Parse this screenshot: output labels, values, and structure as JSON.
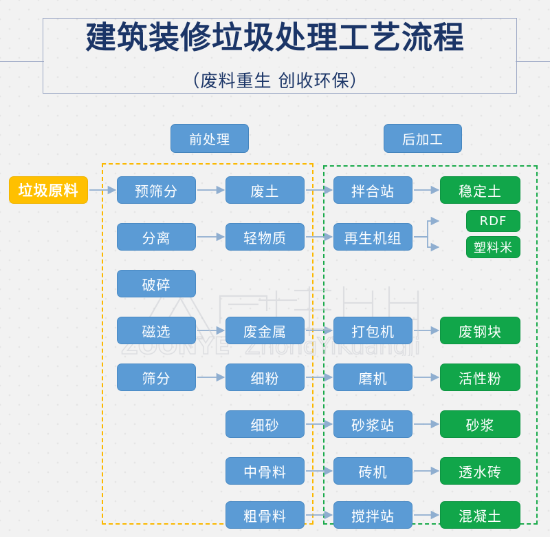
{
  "header": {
    "title": "建筑装修垃圾处理工艺流程",
    "subtitle": "（废料重生  创收环保）"
  },
  "watermark": {
    "cn_text": "中圣矿机",
    "en_text": "ZOONYE",
    "pinyin_text": "ZhongYiKuangJi"
  },
  "stages": [
    {
      "name": "pre-processing",
      "label": "前处理",
      "zone_color": "#fbb800"
    },
    {
      "name": "post-processing",
      "label": "后加工",
      "zone_color": "#1aaa4b"
    }
  ],
  "colors": {
    "blue_node": "#5b9bd5",
    "green_node": "#11a64a",
    "yellow_node": "#ffc000",
    "title_navy": "#1b3567",
    "wire": "#8faed0",
    "background": "#f2f2f2"
  },
  "source": {
    "label": "垃圾原料",
    "type": "yellow"
  },
  "columns": {
    "equipment_1": [
      {
        "label": "预筛分",
        "type": "blue"
      },
      {
        "label": "分离",
        "type": "blue"
      },
      {
        "label": "破碎",
        "type": "blue"
      },
      {
        "label": "磁选",
        "type": "blue"
      },
      {
        "label": "筛分",
        "type": "blue"
      }
    ],
    "material_1": [
      {
        "label": "废土",
        "type": "blue"
      },
      {
        "label": "轻物质",
        "type": "blue"
      },
      {
        "label": "废金属",
        "type": "blue"
      },
      {
        "label": "细粉",
        "type": "blue"
      },
      {
        "label": "细砂",
        "type": "blue"
      },
      {
        "label": "中骨料",
        "type": "blue"
      },
      {
        "label": "粗骨料",
        "type": "blue"
      }
    ],
    "equipment_2": [
      {
        "label": "拌合站",
        "type": "blue"
      },
      {
        "label": "再生机组",
        "type": "blue"
      },
      {
        "label": "打包机",
        "type": "blue"
      },
      {
        "label": "磨机",
        "type": "blue"
      },
      {
        "label": "砂浆站",
        "type": "blue"
      },
      {
        "label": "砖机",
        "type": "blue"
      },
      {
        "label": "搅拌站",
        "type": "blue"
      }
    ],
    "product": [
      {
        "label": "稳定土",
        "type": "green"
      },
      {
        "label": "RDF",
        "type": "green"
      },
      {
        "label": "塑料米",
        "type": "green"
      },
      {
        "label": "废钢块",
        "type": "green"
      },
      {
        "label": "活性粉",
        "type": "green"
      },
      {
        "label": "砂浆",
        "type": "green"
      },
      {
        "label": "透水砖",
        "type": "green"
      },
      {
        "label": "混凝土",
        "type": "green"
      }
    ]
  }
}
